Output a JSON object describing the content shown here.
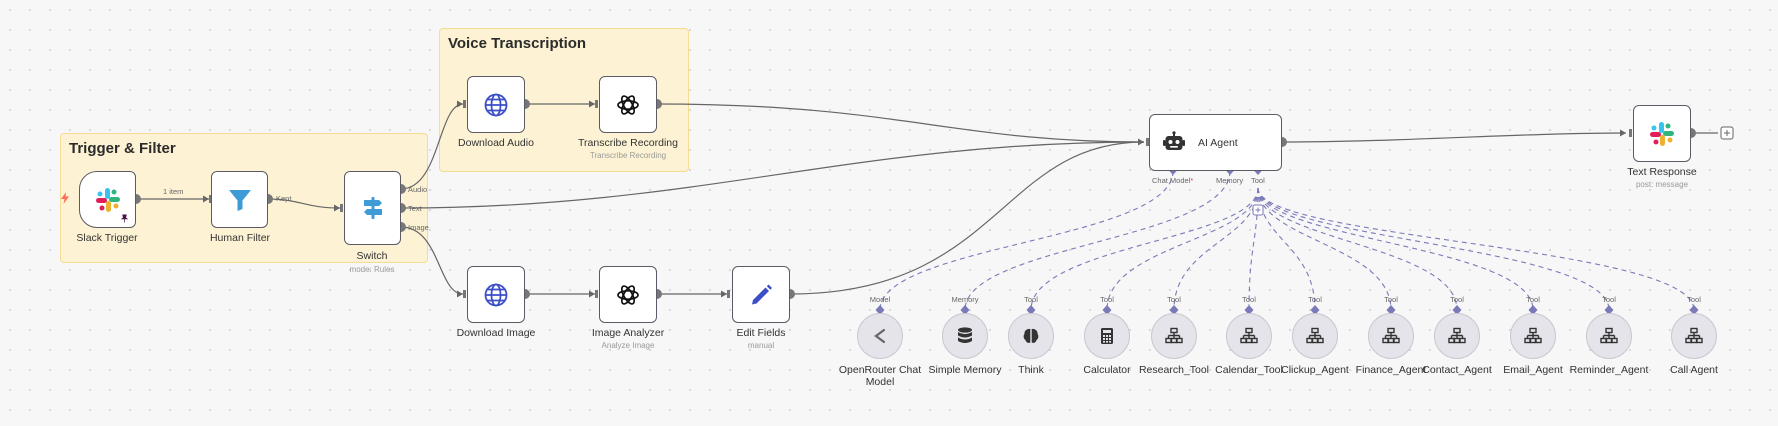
{
  "sticky_notes": [
    {
      "title": "Trigger & Filter"
    },
    {
      "title": "Voice Transcription"
    }
  ],
  "nodes": {
    "slack_trigger": {
      "label": "Slack Trigger"
    },
    "human_filter": {
      "label": "Human Filter"
    },
    "switch": {
      "label": "Switch",
      "sub": "mode: Rules",
      "outputs": [
        "Audio",
        "Text",
        "Image"
      ]
    },
    "download_audio": {
      "label": "Download Audio"
    },
    "transcribe": {
      "label": "Transcribe Recording",
      "sub": "Transcribe Recording"
    },
    "download_image": {
      "label": "Download Image"
    },
    "image_analyzer": {
      "label": "Image Analyzer",
      "sub": "Analyze Image"
    },
    "edit_fields": {
      "label": "Edit Fields",
      "sub": "manual"
    },
    "ai_agent": {
      "label": "AI Agent",
      "ports": [
        "Chat Model",
        "Memory",
        "Tool"
      ],
      "required_mark": "*"
    },
    "text_response": {
      "label": "Text Response",
      "sub": "post: message"
    }
  },
  "edge_labels": {
    "slack_to_filter": "1 item",
    "filter_kept": "Kept"
  },
  "sub_nodes": [
    {
      "key": "openrouter",
      "label": "OpenRouter Chat Model",
      "port": "Model",
      "icon": "openrouter-icon"
    },
    {
      "key": "memory",
      "label": "Simple Memory",
      "port": "Memory",
      "icon": "database-icon"
    },
    {
      "key": "think",
      "label": "Think",
      "port": "Tool",
      "icon": "brain-icon"
    },
    {
      "key": "calculator",
      "label": "Calculator",
      "port": "Tool",
      "icon": "calculator-icon"
    },
    {
      "key": "research",
      "label": "Research_Tool",
      "port": "Tool",
      "icon": "workflow-icon"
    },
    {
      "key": "calendar",
      "label": "Calendar_Tool",
      "port": "Tool",
      "icon": "workflow-icon"
    },
    {
      "key": "clickup",
      "label": "Clickup_Agent",
      "port": "Tool",
      "icon": "workflow-icon"
    },
    {
      "key": "finance",
      "label": "Finance_Agent",
      "port": "Tool",
      "icon": "workflow-icon"
    },
    {
      "key": "contact",
      "label": "Contact_Agent",
      "port": "Tool",
      "icon": "workflow-icon"
    },
    {
      "key": "email",
      "label": "Email_Agent",
      "port": "Tool",
      "icon": "workflow-icon"
    },
    {
      "key": "reminder",
      "label": "Reminder_Agent",
      "port": "Tool",
      "icon": "workflow-icon"
    },
    {
      "key": "call",
      "label": "Call Agent",
      "port": "Tool",
      "icon": "workflow-icon"
    }
  ],
  "colors": {
    "sticky": "#fdf3d4",
    "node_border": "#5b5b66",
    "dashed_edge": "#7a7ab8",
    "slack_accent": "#4a154b",
    "trigger_bolt": "#ff6d5a",
    "n8n_blue": "#3e7bd6"
  }
}
